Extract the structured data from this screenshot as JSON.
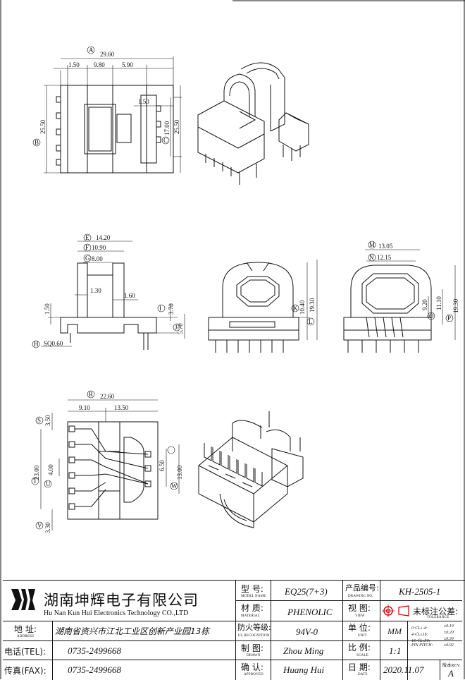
{
  "drawing": {
    "top_view": {
      "callout": "A",
      "overall_width": "29.60",
      "seg_left": "1.50",
      "seg_mid": "9.80",
      "seg_right": "5.90",
      "inner_step": "1.50",
      "height_left_callout": "B",
      "height_left": "25.50",
      "height_inner_callout": "C",
      "height_inner": "17.00",
      "height_right": "25.50"
    },
    "side_view": {
      "callout_e": "E",
      "w1": "14.20",
      "callout_f": "F",
      "w2": "10.90",
      "callout_g": "G",
      "w3": "8.00",
      "p1": "1.30",
      "p2": "1.60",
      "callout_i": "I",
      "h1": "3.70",
      "callout_j": "J",
      "h2": "5.70",
      "base_h": "1.50",
      "callout_h": "H",
      "pin": "SQ0.60"
    },
    "front_view": {
      "callout_k": "K",
      "h1": "10.40",
      "callout_l": "L",
      "h2": "19.30"
    },
    "back_view": {
      "callout_m": "M",
      "w1": "13.05",
      "callout_n": "N",
      "w2": "12.15",
      "callout_o": "O",
      "h1": "9.20",
      "h2": "11.10",
      "callout_p": "P",
      "h3": "19.30"
    },
    "bottom_view": {
      "callout_r": "R",
      "overall": "22.60",
      "seg_left": "9.10",
      "seg_right": "13.50",
      "callout_s": "S",
      "v1": "3.50",
      "callout_t": "T",
      "v2": "23.00",
      "callout_u": "U",
      "v3": "4.00",
      "callout_v": "V",
      "v4": "3.30",
      "inner": "6.50",
      "callout_w": "W",
      "right": "13.00"
    }
  },
  "title_block": {
    "company_cn": "湖南坤辉电子有限公司",
    "company_en": "Hu Nan Kun Hui Electronics Technology CO.,LTD",
    "address_label": "地  址:",
    "address_sub": "ADDRESS",
    "address": "湖南省资兴市江北工业区创新产业园13栋",
    "tel_label": "电话(TEL):",
    "tel": "0735-2499668",
    "fax_label": "传真(FAX):",
    "fax": "0735-2499668",
    "model_label": "型  号:",
    "model_sub": "MODEL NAME",
    "model": "EQ25(7+3)",
    "material_label": "材  质:",
    "material_sub": "MATERIAL",
    "material": "PHENOLIC",
    "fire_label": "防火等级:",
    "fire_sub": "UL RECOGNITION",
    "fire": "94V-0",
    "made_label": "制  图:",
    "made_sub": "DRAWN",
    "made": "Zhou Ming",
    "approved_label": "确  认:",
    "approved_sub": "APPROVED",
    "approved": "Huang Hui",
    "drawing_no_label": "产品编号:",
    "drawing_no_sub": "DRAWING NO.",
    "drawing_no": "KH-2505-1",
    "view_label": "视  图:",
    "view_sub": "VIEW",
    "tolerance_label": "未标注公差:",
    "tolerance_sub": "TOLERANCE",
    "unit_label": "单  位:",
    "unit_sub": "UNIT",
    "unit": "MM",
    "scale_label": "比  例:",
    "scale_sub": "SCALE",
    "scale": "1:1",
    "date_label": "日  期:",
    "date_sub": "DATE",
    "date": "2020.11.07",
    "rev_label": "版本REV.",
    "rev": "A",
    "tol": [
      {
        "range": "0＜L≤ 4:",
        "val": "±0.10"
      },
      {
        "range": "4＜L≤16:",
        "val": "±0.20"
      },
      {
        "range": "16＜L≤50:",
        "val": "±0.30"
      },
      {
        "range": "PIN PITCH:",
        "val": "±0.02"
      }
    ]
  }
}
